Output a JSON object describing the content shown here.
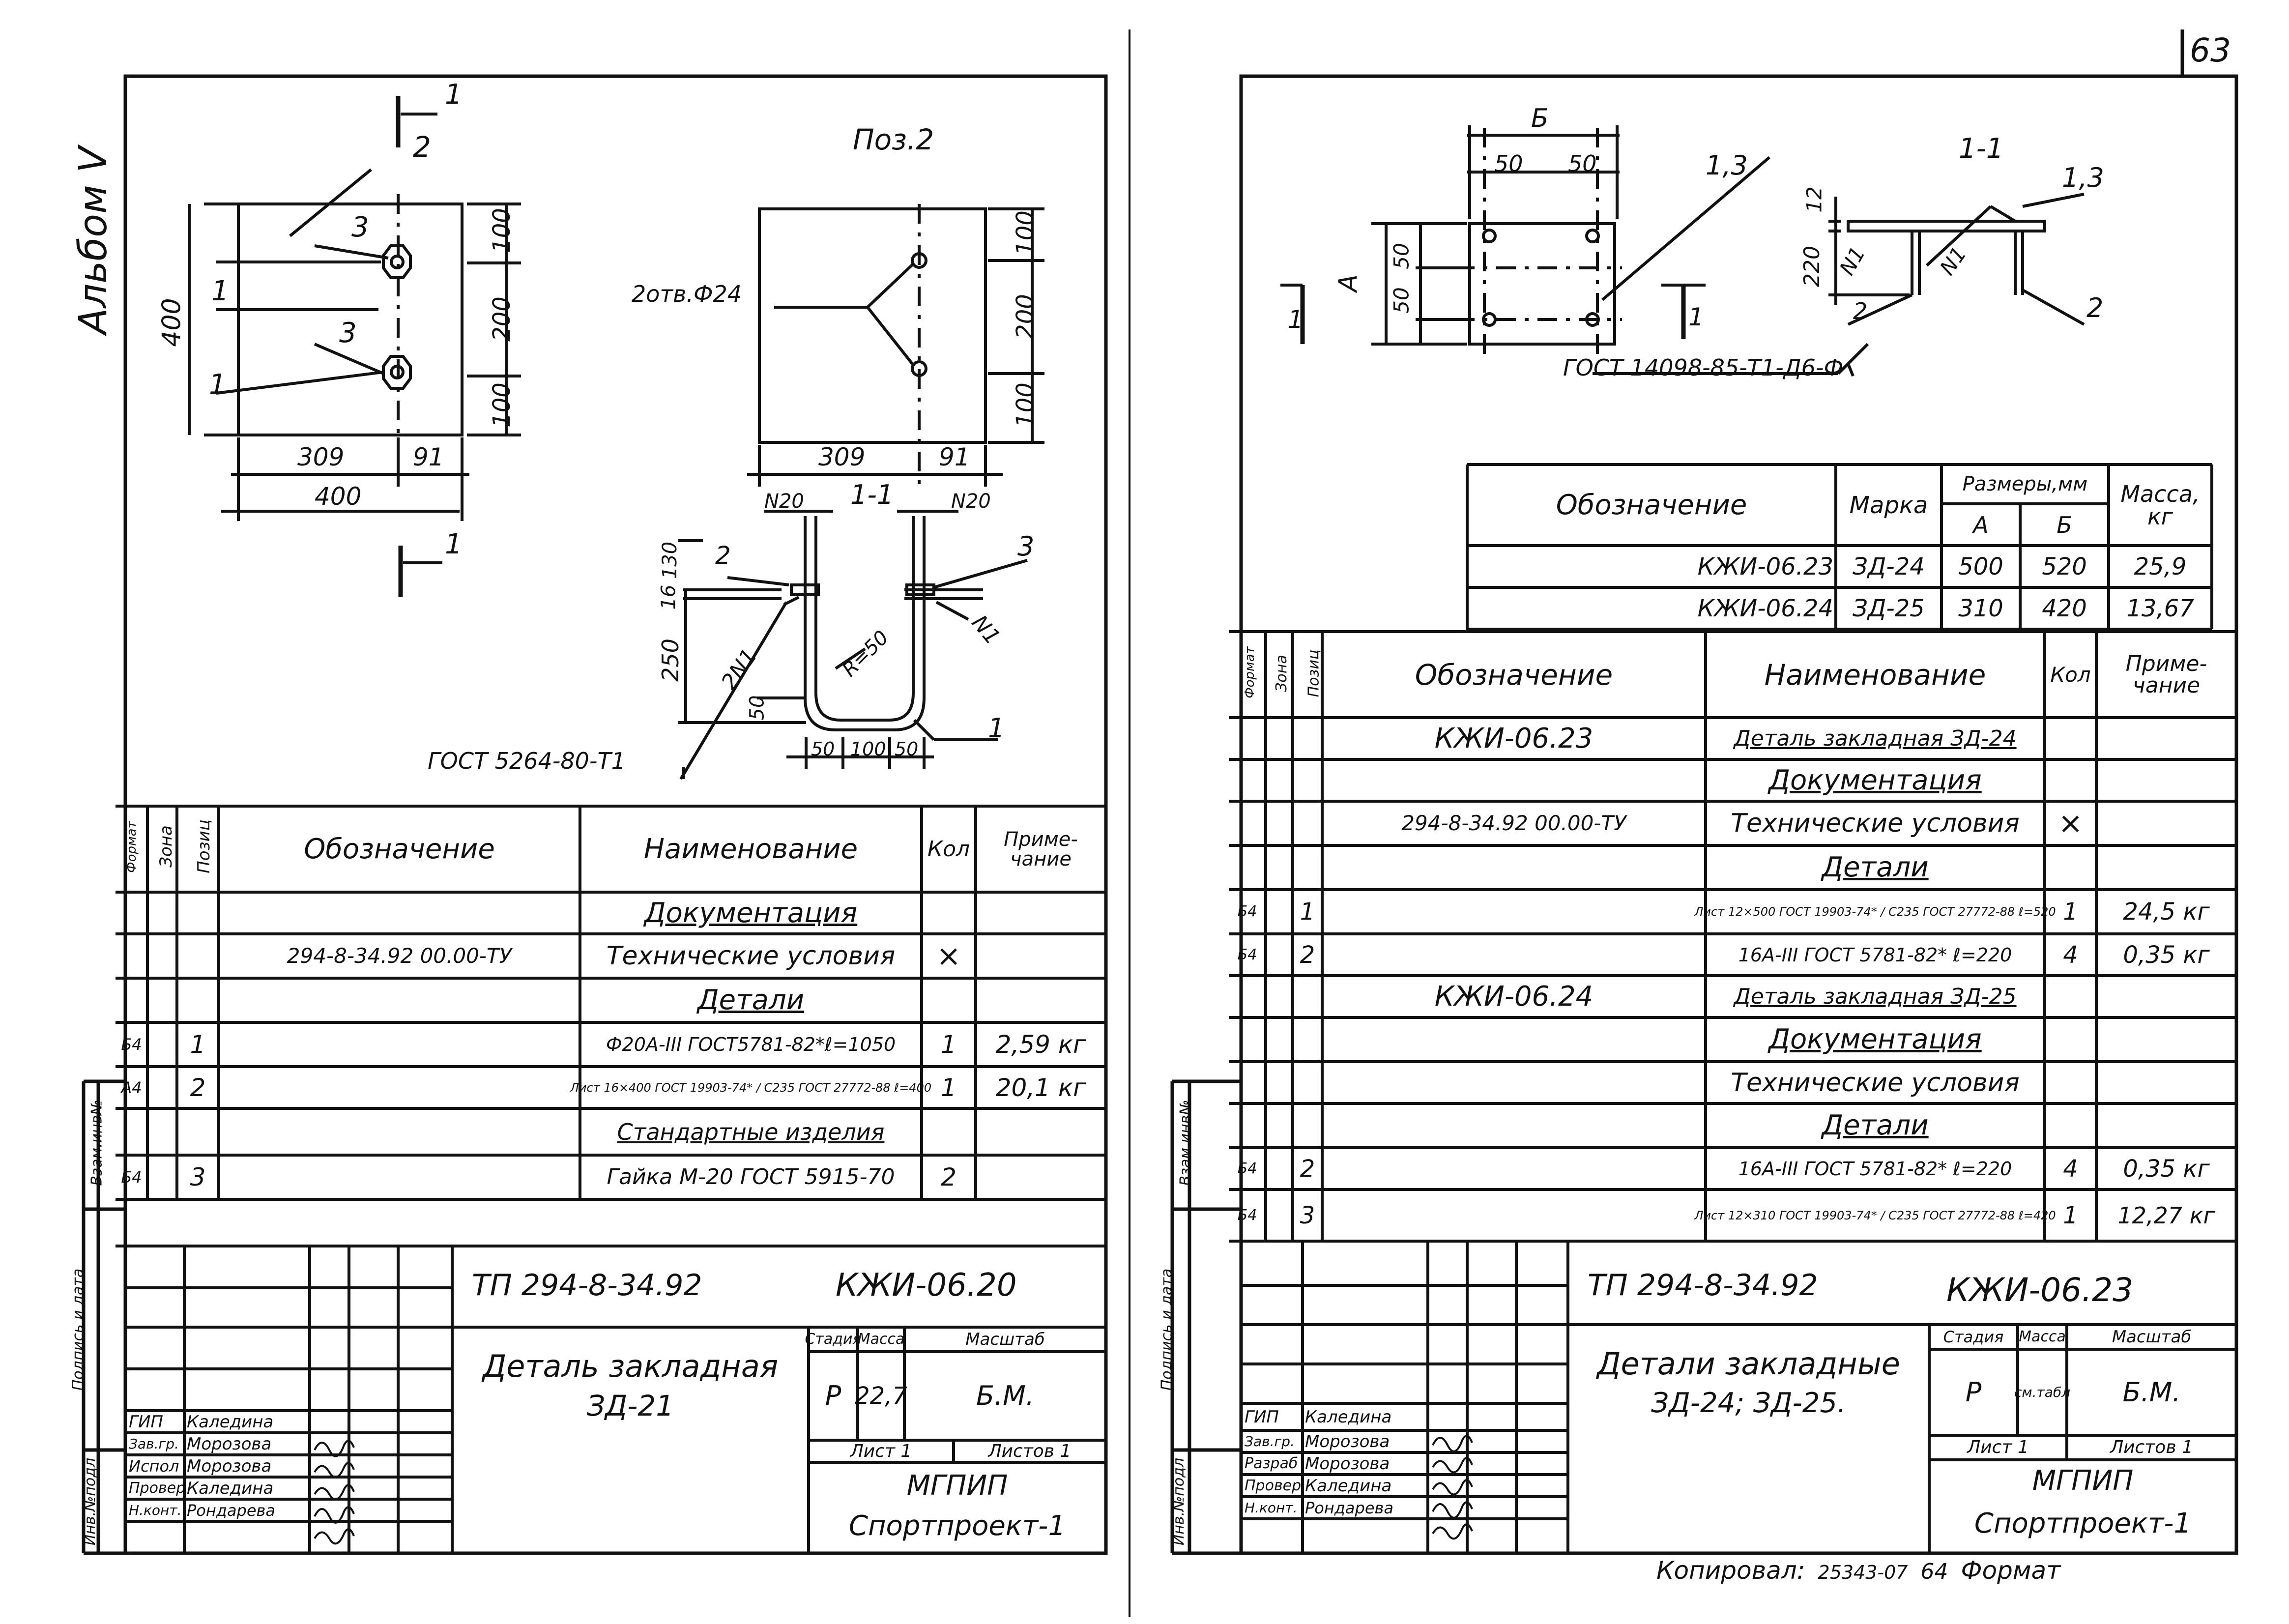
{
  "page_number": "63",
  "album": "Альбом V",
  "left": {
    "pos_label": "Поз.2",
    "section_mark": "1",
    "callouts": {
      "c1": "1",
      "c2": "2",
      "c3": "3"
    },
    "dims": {
      "d400": "400",
      "d100": "100",
      "d200": "200",
      "d309": "309",
      "d91": "91",
      "n20": "N20",
      "d1_1": "1-1",
      "d130": "130",
      "d16": "16",
      "d250": "250",
      "d50": "50",
      "r50": "R=50",
      "n1": "N1",
      "d2n1": "2N1",
      "s50": "50",
      "s100": "100"
    },
    "holes_note": "2отв.Ф24",
    "weld_note": "ГОСТ 5264-80-Т1",
    "spec_headers": {
      "format": "Формат",
      "zone": "Зона",
      "pos": "Позиц",
      "designation": "Обозначение",
      "name": "Наименование",
      "qty": "Кол",
      "note": "Приме-чание"
    },
    "spec_rows": [
      {
        "format": "",
        "pos": "",
        "designation": "",
        "name": "Документация",
        "qty": "",
        "note": "",
        "section": true
      },
      {
        "format": "",
        "pos": "",
        "designation": "294-8-34.92   00.00-ТУ",
        "name": "Технические условия",
        "qty": "×",
        "note": "",
        "section": false
      },
      {
        "format": "",
        "pos": "",
        "designation": "",
        "name": "Детали",
        "qty": "",
        "note": "",
        "section": true
      },
      {
        "format": "Б4",
        "pos": "1",
        "designation": "",
        "name": "Ф20А-III ГОСТ5781-82*ℓ=1050",
        "qty": "1",
        "note": "2,59 кг",
        "section": false
      },
      {
        "format": "А4",
        "pos": "2",
        "designation": "",
        "name": "Лист 16×400 ГОСТ 19903-74* / С235 ГОСТ 27772-88 ℓ=400",
        "qty": "1",
        "note": "20,1 кг",
        "section": false
      },
      {
        "format": "",
        "pos": "",
        "designation": "",
        "name": "Стандартные изделия",
        "qty": "",
        "note": "",
        "section": true
      },
      {
        "format": "Б4",
        "pos": "3",
        "designation": "",
        "name": "Гайка М-20 ГОСТ 5915-70",
        "qty": "2",
        "note": "",
        "section": false
      }
    ],
    "title_block": {
      "project": "ТП 294-8-34.92",
      "code": "КЖИ-06.20",
      "title": "Деталь закладная",
      "subtitle": "ЗД-21",
      "stage_h": "Стадия",
      "mass_h": "Масса",
      "scale_h": "Масштаб",
      "stage": "Р",
      "mass": "22,7",
      "scale": "Б.М.",
      "sheet": "Лист 1",
      "sheets": "Листов 1",
      "org1": "МГПИП",
      "org2": "Спортпроект-1",
      "signers": [
        {
          "role": "ГИП",
          "name": "Каледина"
        },
        {
          "role": "Зав.гр.",
          "name": "Морозова"
        },
        {
          "role": "Испол",
          "name": "Морозова"
        },
        {
          "role": "Провер",
          "name": "Каледина"
        },
        {
          "role": "Н.конт.",
          "name": "Рондарева"
        }
      ]
    },
    "side_stamps": {
      "inv": "Инв.№подл",
      "sign": "Подпись и дата",
      "vzam": "Взам.инв№"
    }
  },
  "right": {
    "section_mark": "1",
    "dims": {
      "b": "Б",
      "a": "А",
      "d50": "50",
      "d12": "12",
      "d220": "220",
      "d1_3": "1,3",
      "d2": "2",
      "n1": "N1",
      "d1_1": "1-1"
    },
    "gost_note": "ГОСТ 14098-85-Т1-Д6-Ф",
    "mark_headers": {
      "designation": "Обозначение",
      "mark": "Марка",
      "sizes": "Размеры,мм",
      "a": "А",
      "b": "Б",
      "mass": "Масса, кг"
    },
    "mark_rows": [
      {
        "designation": "КЖИ-06.23",
        "mark": "ЗД-24",
        "a": "500",
        "b": "520",
        "mass": "25,9"
      },
      {
        "designation": "КЖИ-06.24",
        "mark": "ЗД-25",
        "a": "310",
        "b": "420",
        "mass": "13,67"
      }
    ],
    "spec_headers": {
      "format": "Формат",
      "zone": "Зона",
      "pos": "Позиц",
      "designation": "Обозначение",
      "name": "Наименование",
      "qty": "Кол",
      "note": "Приме-чание"
    },
    "spec_rows": [
      {
        "format": "",
        "pos": "",
        "designation": "КЖИ-06.23",
        "name": "Деталь закладная ЗД-24",
        "qty": "",
        "note": "",
        "section": true
      },
      {
        "format": "",
        "pos": "",
        "designation": "",
        "name": "Документация",
        "qty": "",
        "note": "",
        "section": true
      },
      {
        "format": "",
        "pos": "",
        "designation": "294-8-34.92   00.00-ТУ",
        "name": "Технические условия",
        "qty": "×",
        "note": "",
        "section": false
      },
      {
        "format": "",
        "pos": "",
        "designation": "",
        "name": "Детали",
        "qty": "",
        "note": "",
        "section": true
      },
      {
        "format": "Б4",
        "pos": "1",
        "designation": "",
        "name": "Лист 12×500 ГОСТ 19903-74* / С235 ГОСТ 27772-88 ℓ=520",
        "qty": "1",
        "note": "24,5 кг",
        "section": false
      },
      {
        "format": "Б4",
        "pos": "2",
        "designation": "",
        "name": "16А-III ГОСТ 5781-82* ℓ=220",
        "qty": "4",
        "note": "0,35 кг",
        "section": false
      },
      {
        "format": "",
        "pos": "",
        "designation": "КЖИ-06.24",
        "name": "Деталь закладная ЗД-25",
        "qty": "",
        "note": "",
        "section": true
      },
      {
        "format": "",
        "pos": "",
        "designation": "",
        "name": "Документация",
        "qty": "",
        "note": "",
        "section": true
      },
      {
        "format": "",
        "pos": "",
        "designation": "",
        "name": "Технические условия",
        "qty": "",
        "note": "",
        "section": false
      },
      {
        "format": "",
        "pos": "",
        "designation": "",
        "name": "Детали",
        "qty": "",
        "note": "",
        "section": true
      },
      {
        "format": "Б4",
        "pos": "2",
        "designation": "",
        "name": "16А-III ГОСТ 5781-82* ℓ=220",
        "qty": "4",
        "note": "0,35 кг",
        "section": false
      },
      {
        "format": "Б4",
        "pos": "3",
        "designation": "",
        "name": "Лист 12×310 ГОСТ 19903-74* / С235 ГОСТ 27772-88 ℓ=420",
        "qty": "1",
        "note": "12,27 кг",
        "section": false
      }
    ],
    "title_block": {
      "project": "ТП 294-8-34.92",
      "code": "КЖИ-06.23",
      "title": "Детали закладные",
      "subtitle": "ЗД-24; ЗД-25.",
      "stage_h": "Стадия",
      "mass_h": "Масса",
      "scale_h": "Масштаб",
      "stage": "Р",
      "mass": "см.табл",
      "scale": "Б.М.",
      "sheet": "Лист 1",
      "sheets": "Листов 1",
      "org1": "МГПИП",
      "org2": "Спортпроект-1",
      "signers": [
        {
          "role": "ГИП",
          "name": "Каледина"
        },
        {
          "role": "Зав.гр.",
          "name": "Морозова"
        },
        {
          "role": "Разраб",
          "name": "Морозова"
        },
        {
          "role": "Провер",
          "name": "Каледина"
        },
        {
          "role": "Н.конт.",
          "name": "Рондарева"
        }
      ]
    },
    "side_stamps": {
      "inv": "Инв.№подл",
      "sign": "Подпись и дата",
      "vzam": "Взам.инв№"
    }
  },
  "footer": {
    "copied": "Копировал:",
    "copy_id": "25343-07",
    "copy_num": "64",
    "format": "Формат"
  }
}
